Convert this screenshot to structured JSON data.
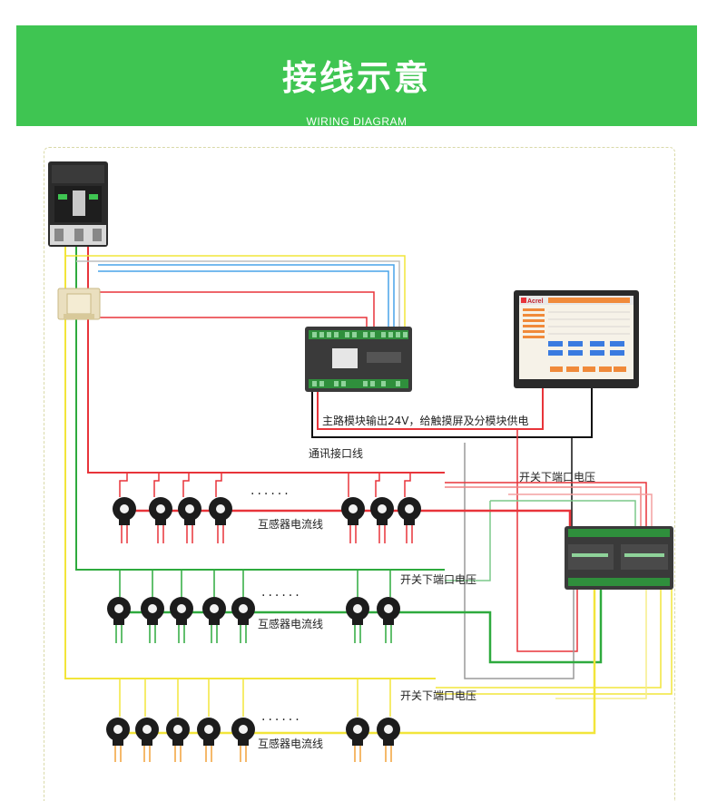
{
  "header": {
    "title": "接线示意",
    "subtitle": "WIRING DIAGRAM"
  },
  "labels": {
    "power_supply": "主路模块输出24V，给触摸屏及分模块供电",
    "comm_line": "通讯接口线",
    "switch_voltage": "开关下端口电压",
    "ct_current": "互感器电流线",
    "ellipsis": "······"
  },
  "colors": {
    "header_bg": "#3fc552",
    "wire_red": "#e8343a",
    "wire_green": "#2eaa3e",
    "wire_yellow": "#f2e53a",
    "wire_blue": "#49a4e8",
    "wire_gray": "#9a9a9a",
    "wire_black": "#111111"
  },
  "screen": {
    "brand": "Acrel"
  }
}
